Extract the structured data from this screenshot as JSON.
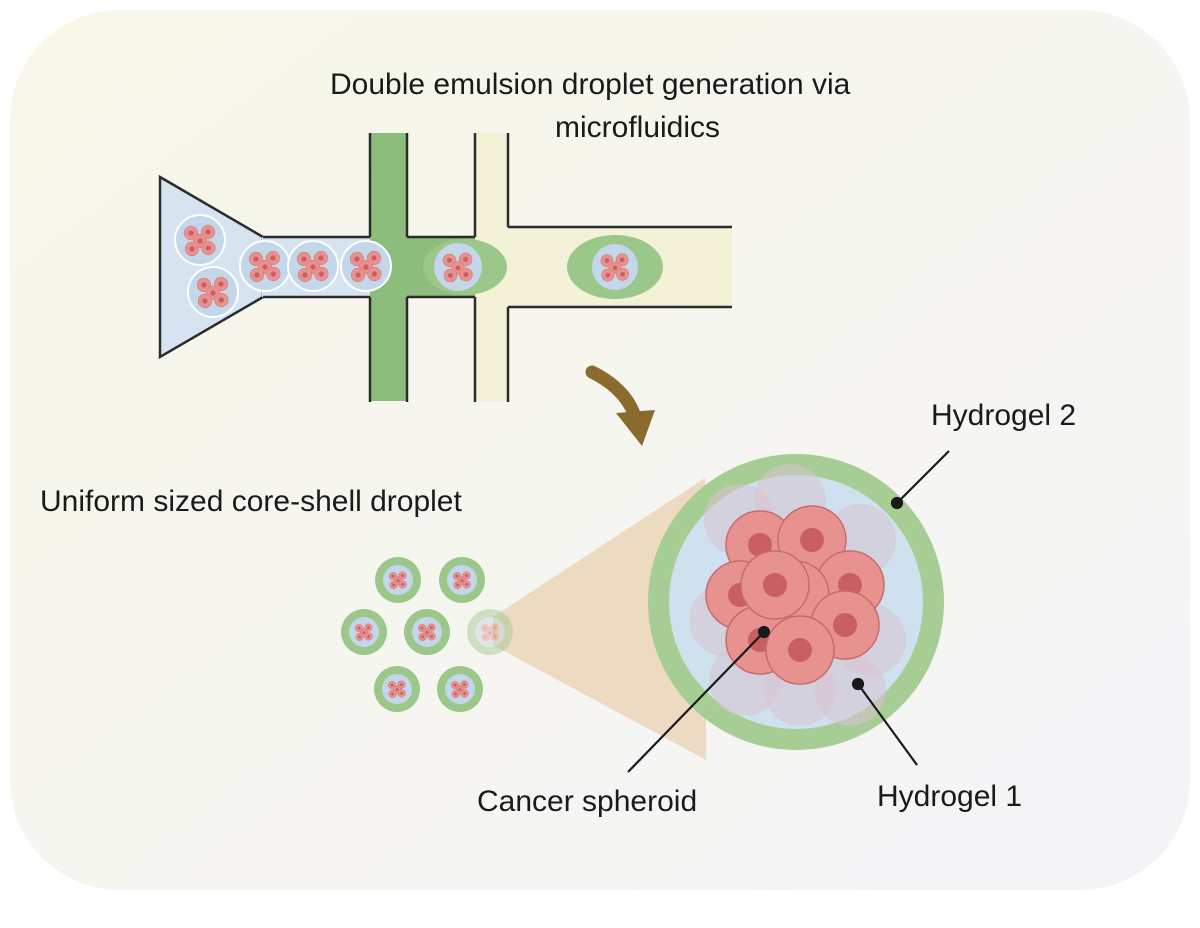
{
  "title_line1": "Double emulsion droplet generation via",
  "title_line2": "microfluidics",
  "label_uniform": "Uniform sized core-shell droplet",
  "label_hydrogel2": "Hydrogel 2",
  "label_hydrogel1": "Hydrogel 1",
  "label_cancer": "Cancer spheroid",
  "colors": {
    "panel": "#f6f6ea",
    "core_fluid": "#cfe0ef",
    "shell_green": "#9cc78a",
    "channel_green": "#8dbd7c",
    "outer_fluid": "#f3f2d6",
    "cell": "#e8928f",
    "cell_nucleus": "#c95f62",
    "arrow": "#8b6a2e",
    "cone": "#ead6b8"
  }
}
